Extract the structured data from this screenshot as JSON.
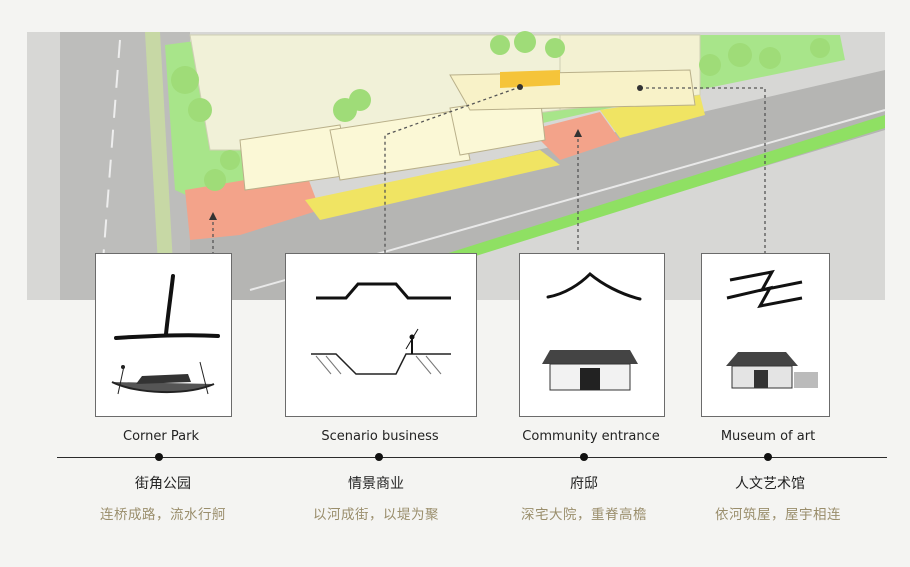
{
  "stations": [
    {
      "en": "Corner Park",
      "zh": "街角公园",
      "desc": "连桥成路，流水行舸"
    },
    {
      "en": "Scenario business",
      "zh": "情景商业",
      "desc": "以河成街，以堤为聚"
    },
    {
      "en": "Community entrance",
      "zh": "府邸",
      "desc": "深宅大院，重脊高檐"
    },
    {
      "en": "Museum of art",
      "zh": "人文艺术馆",
      "desc": "依河筑屋，屋宇相连"
    }
  ],
  "colors": {
    "road": "#b9b9b9",
    "green": "#9fe07a",
    "building": "#f4f2c4",
    "plaza_orange": "#f3a58a",
    "plaza_yellow": "#f0e560",
    "caption_gold": "#9a8e6c"
  }
}
